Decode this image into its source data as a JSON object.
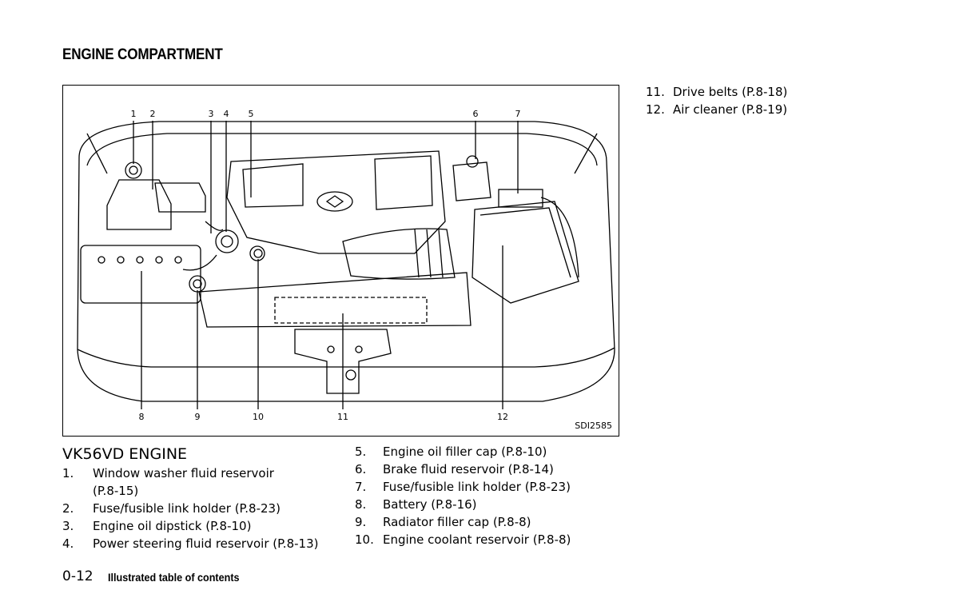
{
  "heading": "ENGINE COMPARTMENT",
  "figure": {
    "code": "SDI2585",
    "callouts": [
      "1",
      "2",
      "3",
      "4",
      "5",
      "6",
      "7",
      "8",
      "9",
      "10",
      "11",
      "12"
    ]
  },
  "engine_title": "VK56VD ENGINE",
  "items_left": [
    {
      "num": "1.",
      "text": "Window washer fluid reservoir",
      "text2": "(P.8-15)"
    },
    {
      "num": "2.",
      "text": "Fuse/fusible link holder (P.8-23)"
    },
    {
      "num": "3.",
      "text": "Engine oil dipstick (P.8-10)"
    },
    {
      "num": "4.",
      "text": "Power steering fluid reservoir (P.8-13)"
    }
  ],
  "items_mid": [
    {
      "num": "5.",
      "text": "Engine oil filler cap (P.8-10)"
    },
    {
      "num": "6.",
      "text": "Brake fluid reservoir (P.8-14)"
    },
    {
      "num": "7.",
      "text": "Fuse/fusible link holder (P.8-23)"
    },
    {
      "num": "8.",
      "text": "Battery (P.8-16)"
    },
    {
      "num": "9.",
      "text": "Radiator filler cap (P.8-8)"
    },
    {
      "num": "10.",
      "text": "Engine coolant reservoir (P.8-8)"
    }
  ],
  "items_right": [
    {
      "num": "11.",
      "text": "Drive belts (P.8-18)"
    },
    {
      "num": "12.",
      "text": "Air cleaner (P.8-19)"
    }
  ],
  "footer": {
    "page": "0-12",
    "title": "Illustrated table of contents"
  }
}
